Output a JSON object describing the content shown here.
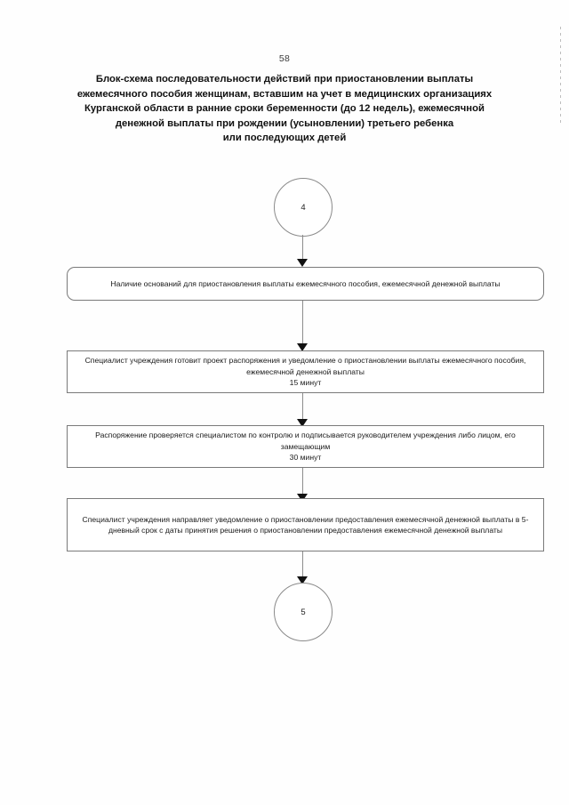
{
  "document": {
    "page_number": "58",
    "title_lines": [
      "Блок-схема последовательности действий при приостановлении выплаты",
      "ежемесячного пособия женщинам, вставшим на учет в медицинских организациях",
      "Курганской области в ранние сроки беременности (до 12 недель), ежемесячной",
      "денежной выплаты при рождении (усыновлении) третьего ребенка",
      "или последующих детей"
    ]
  },
  "flowchart": {
    "type": "flowchart",
    "start_connector": {
      "label": "4"
    },
    "end_connector": {
      "label": "5"
    },
    "steps": [
      {
        "id": "step-1",
        "shape": "rounded-rectangle",
        "text": "Наличие оснований для приостановления выплаты ежемесячного пособия, ежемесячной денежной выплаты"
      },
      {
        "id": "step-2",
        "shape": "rectangle",
        "text": "Специалист учреждения готовит проект распоряжения и уведомление о приостановлении выплаты ежемесячного пособия, ежемесячной денежной выплаты",
        "duration": "15 минут"
      },
      {
        "id": "step-3",
        "shape": "rectangle",
        "text": "Распоряжение проверяется специалистом по контролю и подписывается руководителем учреждения либо лицом, его замещающим",
        "duration": "30 минут"
      },
      {
        "id": "step-4",
        "shape": "rectangle",
        "text": "Специалист учреждения направляет уведомление о приостановлении предоставления ежемесячной денежной выплаты в 5-дневный срок с даты принятия решения о приостановлении предоставления ежемесячной денежной выплаты",
        "duration": ""
      }
    ]
  },
  "colors": {
    "page_background": "#ffffff",
    "text": "#111111",
    "box_border": "#7a7a7a",
    "connector": "#8d8d8d"
  }
}
